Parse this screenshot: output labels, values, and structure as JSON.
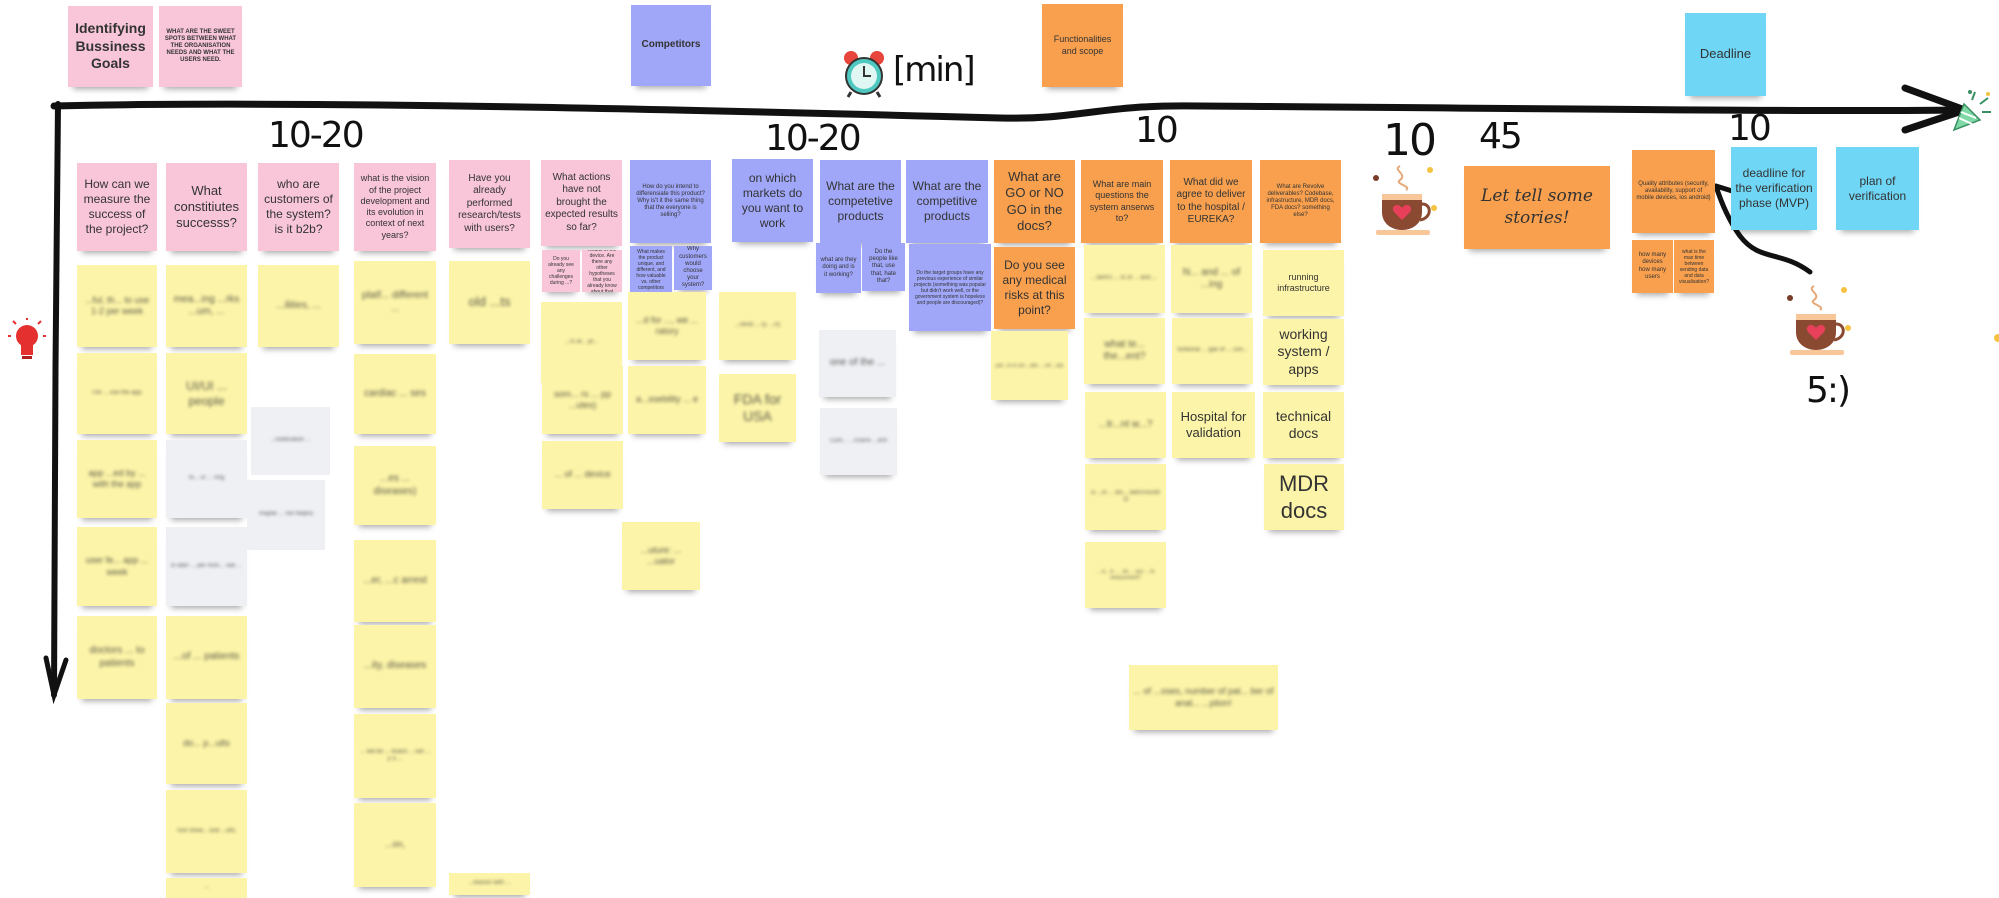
{
  "board": {
    "top_notes": {
      "goals": "Identifying Bussiness Goals",
      "sweet_spots": "WHAT ARE THE SWEET SPOTS BETWEEN WHAT THE ORGANISATION NEEDS AND WHAT THE USERS NEED.",
      "competitors": "Competitors",
      "functionalities": "Functionalities and scope",
      "deadline": "Deadline"
    },
    "timeline_unit": "[min]",
    "durations": [
      "10-20",
      "10-20",
      "10",
      "10",
      "45",
      "10",
      "5:)"
    ],
    "questions": [
      "How can we measure the success of the project?",
      "What constitiutes successs?",
      "who are customers of the system? is it b2b?",
      "what is the vision of the project development and its evolution in context of next years?",
      "Have you already performed research/tests with users?",
      "What actions have not brought the expected results so far?",
      "How do you intend to differensiate this product? Why is't it the same thing that the everyone is selling?",
      "on which markets do you want to work",
      "What are the competetive products",
      "What are the competitive products",
      "What are GO or NO GO in the docs?",
      "What are main questions the system anserws to?",
      "What did we agree to deliver to the hospital / EUREKA?",
      "What are Revolve deliverables? Codebase, infrastructure, MDR docs, FDA docs? something else?"
    ],
    "sub_questions": {
      "research_1": "Do you already see any challenges during ...?",
      "research_2": "Users will track the results of the device. Are there any other hypotheses that you already know about that could affect the product?",
      "unique": "What makes the product unique, and different, and how valuable vs. other competitors",
      "why_choose": "Why customers would choose your system?",
      "doing": "what are they doing and is it working?",
      "people_like": "Do the people like that, use that, hate that?",
      "target_groups": "Do the target groups have any previous experience of similar projects (something was popular but didn't work well, or the government system is hopeless and people are discouraged)?",
      "medical_risks": "Do you see any medical risks at this point?"
    },
    "right_notes": {
      "stories": "Let tell some stories!",
      "quality": "Quality attributes (security, availability, support of mobile devices, ios android)",
      "devices": "how many devices how many users",
      "max_time": "what is the max time between sending data and data visualisation?",
      "deadline_verification": "deadline for the verification phase (MVP)",
      "plan_verification": "plan of verification"
    },
    "answers": {
      "c1": [
        "...ful, th... to use 1-2 per week",
        "The ... use the app.",
        "app ...ed by ... with the app",
        "user fe... app ... week",
        "doctors ... to patients"
      ],
      "c2": [
        "mea...ing ...rks ...um, ...",
        "UI/UI ... people",
        "fo... ur ... ring",
        "in later ... per mon... see ...",
        "...of ... patients",
        "do... p...ults",
        "Tool show... ood ...ults.",
        "..."
      ],
      "c3": [
        "...ilities, ...",
        "...notification ...",
        "maybe ... not helpful"
      ],
      "c4": [
        "platf... different ...",
        "cardiac ... ses",
        "...es ... diseases)",
        "...er, ...c arrest",
        "...ity, diseases",
        "... will be ... board ... will ... y a ...",
        "...on,"
      ],
      "c5": [
        "old ...ts",
        "...reason with ..."
      ],
      "c6": [
        "...rs ar... pr...",
        "som... rs ... pp ...utes)",
        "... of ... device"
      ],
      "c7": [
        "...d for ..., we ... ratory",
        "a...ssebility ... e",
        "...uture: ... ...uator"
      ],
      "c8": [
        "...neral ... ry. ...A)",
        "FDA for USA"
      ],
      "c9": [
        "one of the ...",
        "Com... ...nSens ...itch"
      ],
      "c11": [
        "pot...m is not ...ake ... ed ...ata"
      ],
      "c12": [
        "...tient's ... ts of ... and ...",
        "what te... the...ent?",
        "...tr...nt w...?",
        "is ...in ... dis... diet/crossfit :D",
        "... d... d - ... do ... ave ... hr measurment?"
      ],
      "c13": [
        "N... and ... of ...ing",
        "funtional ... ype of ... con... ",
        "Hospital for validation"
      ],
      "c14": [
        "running infrastructure",
        "working system / apps",
        "technical docs",
        "MDR docs"
      ],
      "wide": "... of ...oses, number of pat... ber of anal... ...ption!"
    }
  },
  "colors": {
    "pink": "#f8c6d8",
    "blue": "#a0a7f8",
    "orange": "#f8a04e",
    "cyan": "#6fd6f6",
    "yellow": "#fcf4a8"
  }
}
